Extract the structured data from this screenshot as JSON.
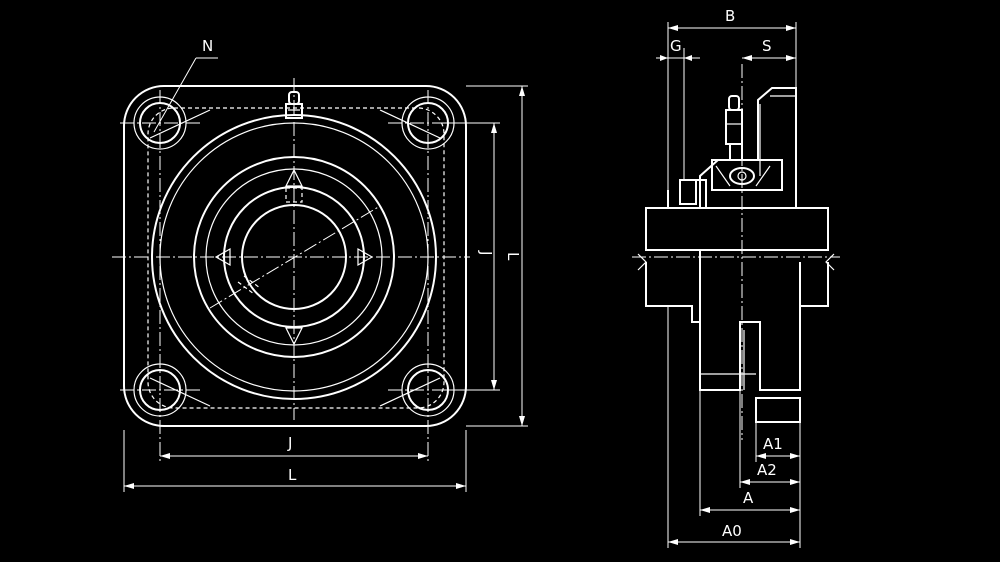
{
  "drawing": {
    "front_view": {
      "labels": {
        "n": "N",
        "j_vertical": "J",
        "l_vertical": "L",
        "j_horizontal": "J",
        "l_horizontal": "L"
      }
    },
    "side_view": {
      "labels": {
        "b": "B",
        "g": "G",
        "s": "S",
        "a1": "A1",
        "a2": "A2",
        "a": "A",
        "a0": "A0"
      }
    }
  }
}
